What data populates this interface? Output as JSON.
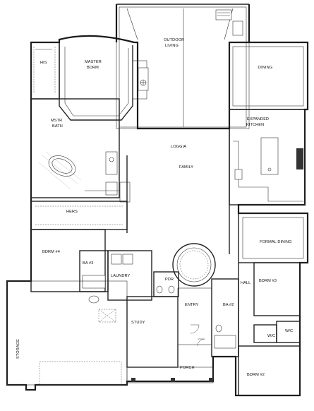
{
  "labels": {
    "outdoor_living_1": "OUTDOOR",
    "outdoor_living_2": "LIVING",
    "dining": "DINING",
    "master_1": "MASTER",
    "master_2": "BDRM",
    "his": "HIS",
    "mstr_bath_1": "MSTR",
    "mstr_bath_2": "BATH",
    "expanded_kitchen_1": "EXPANDED",
    "expanded_kitchen_2": "KITCHEN",
    "loggia": "LOGGIA",
    "family": "FAMILY",
    "hers": "HERS",
    "formal_dining": "FORMAL DINING",
    "bdrm4": "BDRM #4",
    "ba3": "BA #3",
    "laundry": "LAUNDRY",
    "pdr": "PDR",
    "hall": "HALL",
    "bdrm3": "BDRM #3",
    "ba2": "BA #2",
    "entry": "ENTRY",
    "study": "STUDY",
    "storage": "STORAGE",
    "wic1": "W/C",
    "wic2": "W/C",
    "porch": "PORCH",
    "bdrm2": "BDRM #2"
  }
}
